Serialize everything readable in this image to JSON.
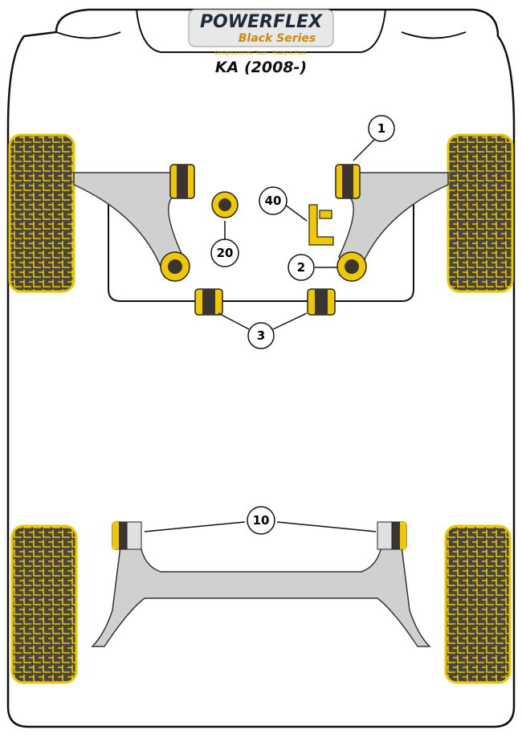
{
  "logo": {
    "brand": "POWERFLEX",
    "series": "Black Series",
    "tagline": "Designed for the Track - Ready to Race"
  },
  "title": "KA (2008-)",
  "callouts": [
    {
      "id": "1",
      "label": "1"
    },
    {
      "id": "2",
      "label": "2"
    },
    {
      "id": "3",
      "label": "3"
    },
    {
      "id": "10",
      "label": "10"
    },
    {
      "id": "20",
      "label": "20"
    },
    {
      "id": "40",
      "label": "40"
    }
  ],
  "colors": {
    "tyre": "#e8c800",
    "tyre_dark": "#4a4540",
    "arm": "#d0d0d0",
    "bush": "#f0c800"
  }
}
